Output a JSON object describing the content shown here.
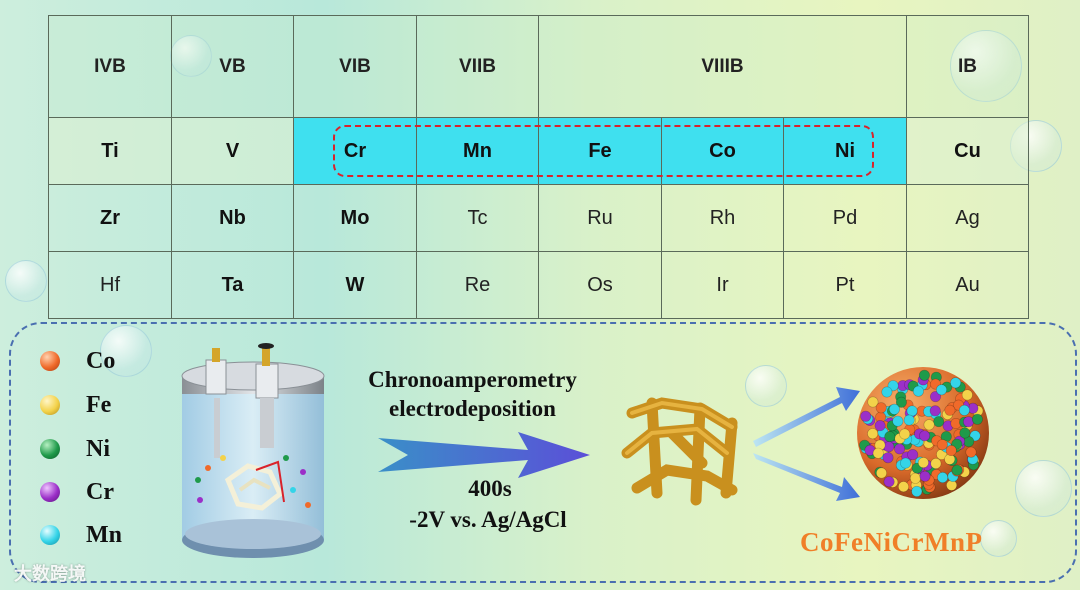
{
  "table": {
    "headers": [
      "IVB",
      "VB",
      "VIB",
      "VIIB",
      "VIIIB",
      "IB"
    ],
    "rows": [
      [
        "Ti",
        "V",
        "Cr",
        "Mn",
        "Fe",
        "Co",
        "Ni",
        "Cu"
      ],
      [
        "Zr",
        "Nb",
        "Mo",
        "Tc",
        "Ru",
        "Rh",
        "Pd",
        "Ag"
      ],
      [
        "Hf",
        "Ta",
        "W",
        "Re",
        "Os",
        "Ir",
        "Pt",
        "Au"
      ]
    ],
    "highlight_color": "#3fe0ef",
    "selection_color": "#d9232b"
  },
  "legend": [
    {
      "label": "Co",
      "color": "#f06a2a"
    },
    {
      "label": "Fe",
      "color": "#f3d24a"
    },
    {
      "label": "Ni",
      "color": "#1f9a4a"
    },
    {
      "label": "Cr",
      "color": "#9b2fc8"
    },
    {
      "label": "Mn",
      "color": "#34d4e8"
    }
  ],
  "process": {
    "method_line1": "Chronoamperometry",
    "method_line2": "electrodeposition",
    "time": "400s",
    "potential": "-2V vs. Ag/AgCl"
  },
  "product": "CoFeNiCrMnP",
  "watermark": "大数跨境"
}
